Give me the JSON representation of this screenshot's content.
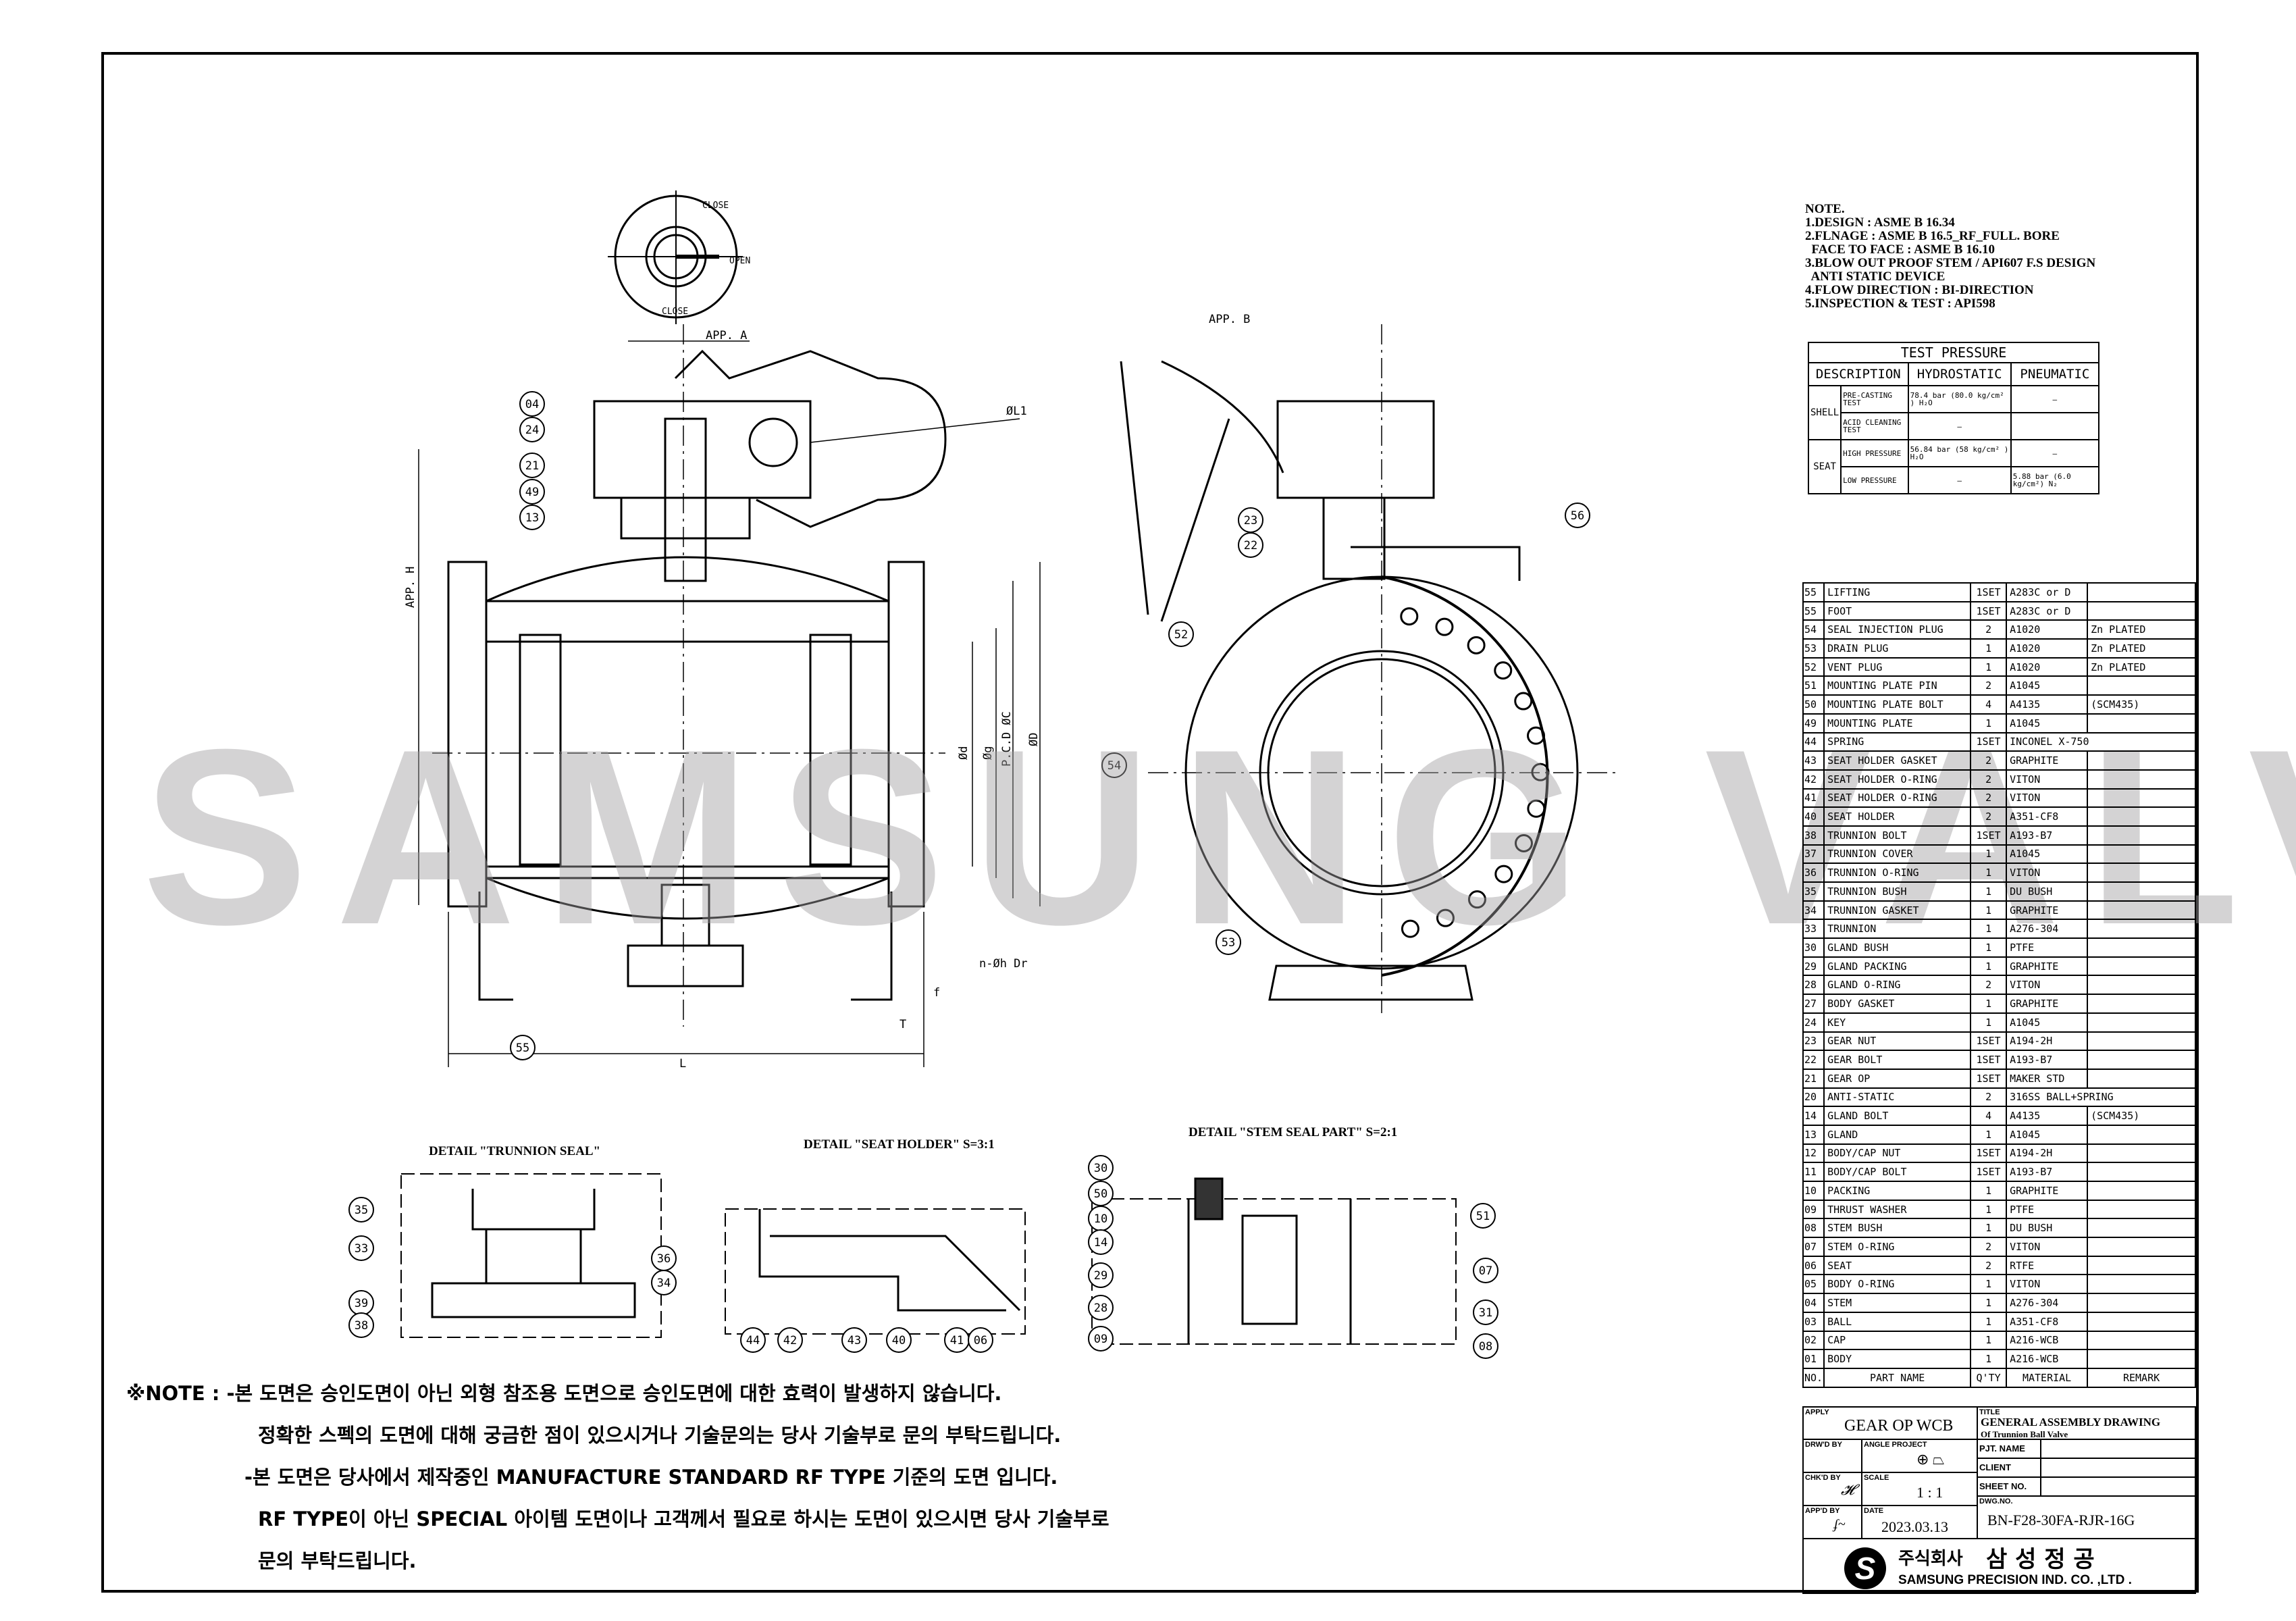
{
  "watermark": "SAMSUNG VALVE",
  "notes": {
    "heading": "NOTE.",
    "lines": [
      "1.DESIGN : ASME B 16.34",
      "2.FLNAGE : ASME B 16.5_RF_FULL. BORE",
      "  FACE TO FACE : ASME B 16.10",
      "3.BLOW OUT PROOF STEM / API607 F.S DESIGN",
      "  ANTI STATIC DEVICE",
      "4.FLOW DIRECTION : BI-DIRECTION",
      "5.INSPECTION & TEST : API598"
    ]
  },
  "test_pressure": {
    "title": "TEST PRESSURE",
    "headers": [
      "DESCRIPTION",
      "HYDROSTATIC",
      "PNEUMATIC"
    ],
    "shell": "SHELL",
    "seat": "SEAT",
    "rows": [
      {
        "desc": "PRE-CASTING TEST",
        "hydro": "78.4 bar (80.0 kg/cm² ) H₂O",
        "pneu": "–"
      },
      {
        "desc": "ACID CLEANING TEST",
        "hydro": "–",
        "pneu": ""
      },
      {
        "desc": "HIGH PRESSURE",
        "hydro": "56.84 bar (58 kg/cm² ) H₂O",
        "pneu": "–"
      },
      {
        "desc": "LOW PRESSURE",
        "hydro": "–",
        "pneu": "5.88 bar (6.0 kg/cm²) N₂"
      }
    ]
  },
  "parts": {
    "headers": [
      "NO.",
      "PART NAME",
      "Q'TY",
      "MATERIAL",
      "REMARK"
    ],
    "rows": [
      [
        "55",
        "LIFTING",
        "1SET",
        "A283C or D",
        ""
      ],
      [
        "55",
        "FOOT",
        "1SET",
        "A283C or D",
        ""
      ],
      [
        "54",
        "SEAL INJECTION PLUG",
        "2",
        "A1020",
        "Zn PLATED"
      ],
      [
        "53",
        "DRAIN PLUG",
        "1",
        "A1020",
        "Zn PLATED"
      ],
      [
        "52",
        "VENT PLUG",
        "1",
        "A1020",
        "Zn PLATED"
      ],
      [
        "51",
        "MOUNTING PLATE PIN",
        "2",
        "A1045",
        ""
      ],
      [
        "50",
        "MOUNTING PLATE BOLT",
        "4",
        "A4135",
        "(SCM435)"
      ],
      [
        "49",
        "MOUNTING PLATE",
        "1",
        "A1045",
        ""
      ],
      [
        "44",
        "SPRING",
        "1SET",
        "INCONEL X-750",
        ""
      ],
      [
        "43",
        "SEAT HOLDER GASKET",
        "2",
        "GRAPHITE",
        ""
      ],
      [
        "42",
        "SEAT HOLDER O-RING",
        "2",
        "VITON",
        ""
      ],
      [
        "41",
        "SEAT HOLDER O-RING",
        "2",
        "VITON",
        ""
      ],
      [
        "40",
        "SEAT HOLDER",
        "2",
        "A351-CF8",
        ""
      ],
      [
        "38",
        "TRUNNION BOLT",
        "1SET",
        "A193-B7",
        ""
      ],
      [
        "37",
        "TRUNNION COVER",
        "1",
        "A1045",
        ""
      ],
      [
        "36",
        "TRUNNION O-RING",
        "1",
        "VITON",
        ""
      ],
      [
        "35",
        "TRUNNION BUSH",
        "1",
        "DU BUSH",
        ""
      ],
      [
        "34",
        "TRUNNION GASKET",
        "1",
        "GRAPHITE",
        ""
      ],
      [
        "33",
        "TRUNNION",
        "1",
        "A276-304",
        ""
      ],
      [
        "30",
        "GLAND BUSH",
        "1",
        "PTFE",
        ""
      ],
      [
        "29",
        "GLAND PACKING",
        "1",
        "GRAPHITE",
        ""
      ],
      [
        "28",
        "GLAND O-RING",
        "2",
        "VITON",
        ""
      ],
      [
        "27",
        "BODY GASKET",
        "1",
        "GRAPHITE",
        ""
      ],
      [
        "24",
        "KEY",
        "1",
        "A1045",
        ""
      ],
      [
        "23",
        "GEAR NUT",
        "1SET",
        "A194-2H",
        ""
      ],
      [
        "22",
        "GEAR BOLT",
        "1SET",
        "A193-B7",
        ""
      ],
      [
        "21",
        "GEAR OP",
        "1SET",
        "MAKER STD",
        ""
      ],
      [
        "20",
        "ANTI-STATIC",
        "2",
        "316SS BALL+SPRING",
        ""
      ],
      [
        "14",
        "GLAND BOLT",
        "4",
        "A4135",
        "(SCM435)"
      ],
      [
        "13",
        "GLAND",
        "1",
        "A1045",
        ""
      ],
      [
        "12",
        "BODY/CAP NUT",
        "1SET",
        "A194-2H",
        ""
      ],
      [
        "11",
        "BODY/CAP BOLT",
        "1SET",
        "A193-B7",
        ""
      ],
      [
        "10",
        "PACKING",
        "1",
        "GRAPHITE",
        ""
      ],
      [
        "09",
        "THRUST WASHER",
        "1",
        "PTFE",
        ""
      ],
      [
        "08",
        "STEM BUSH",
        "1",
        "DU BUSH",
        ""
      ],
      [
        "07",
        "STEM O-RING",
        "2",
        "VITON",
        ""
      ],
      [
        "06",
        "SEAT",
        "2",
        "RTFE",
        ""
      ],
      [
        "05",
        "BODY O-RING",
        "1",
        "VITON",
        ""
      ],
      [
        "04",
        "STEM",
        "1",
        "A276-304",
        ""
      ],
      [
        "03",
        "BALL",
        "1",
        "A351-CF8",
        ""
      ],
      [
        "02",
        "CAP",
        "1",
        "A216-WCB",
        ""
      ],
      [
        "01",
        "BODY",
        "1",
        "A216-WCB",
        ""
      ]
    ]
  },
  "title_block": {
    "apply_label": "APPLY",
    "apply": "GEAR OP   WCB",
    "title_label": "TITLE",
    "title": "GENERAL ASSEMBLY DRAWING",
    "subtitle": "Of Trunnion Ball Valve",
    "drwd_label": "DRW'D BY",
    "chkd_label": "CHK'D BY",
    "appd_label": "APP'D BY",
    "angle_label": "ANGLE   PROJECT",
    "scale_label": "SCALE",
    "scale": "1 : 1",
    "date_label": "DATE",
    "date": "2023.03.13",
    "pjt_label": "PJT. NAME",
    "client_label": "CLIENT",
    "sheet_label": "SHEET NO.",
    "dwg_label": "DWG.NO.",
    "dwg_no": "BN-F28-30FA-RJR-16G",
    "company_kr_prefix": "주식회사",
    "company_kr": "삼 성 정 공",
    "company_en": "SAMSUNG PRECISION IND. CO. ,LTD ."
  },
  "korean_notes": [
    "※NOTE : -본 도면은 승인도면이 아닌 외형 참조용 도면으로 승인도면에 대한 효력이 발생하지 않습니다.",
    "정확한 스펙의 도면에 대해 궁금한 점이 있으시거나 기술문의는 당사 기술부로 문의 부탁드립니다.",
    "-본 도면은 당사에서 제작중인 MANUFACTURE STANDARD RF TYPE 기준의 도면 입니다.",
    "RF TYPE이 아닌 SPECIAL 아이템 도면이나 고객께서 필요로 하시는 도면이 있으시면 당사 기술부로",
    "문의 부탁드립니다."
  ],
  "drawing": {
    "indicator": {
      "close_top": "CLOSE",
      "open": "OPEN",
      "close_bottom": "CLOSE"
    },
    "dims": {
      "app_a": "APP. A",
      "app_b": "APP. B",
      "l1": "ØL1",
      "app_h": "APP. H",
      "d_small": "Ød",
      "g": "Øg",
      "pcd": "P.C.D ØC",
      "d_big": "ØD",
      "holes": "n-Øh Dr",
      "f": "f",
      "t": "T",
      "l": "L"
    },
    "detail_titles": [
      "DETAIL \"TRUNNION SEAL\"",
      "DETAIL \"SEAT HOLDER\" S=3:1",
      "DETAIL \"STEM SEAL PART\" S=2:1"
    ],
    "balloons": {
      "front": [
        "04",
        "24",
        "21",
        "49",
        "13",
        "55"
      ],
      "side": [
        "23",
        "22",
        "52",
        "54",
        "53",
        "56"
      ],
      "trunnion": [
        "35",
        "33",
        "39",
        "38",
        "36",
        "34"
      ],
      "seat": [
        "44",
        "42",
        "43",
        "40",
        "41",
        "06"
      ],
      "stem": [
        "30",
        "50",
        "10",
        "14",
        "29",
        "28",
        "09",
        "51",
        "07",
        "31",
        "08"
      ]
    }
  }
}
